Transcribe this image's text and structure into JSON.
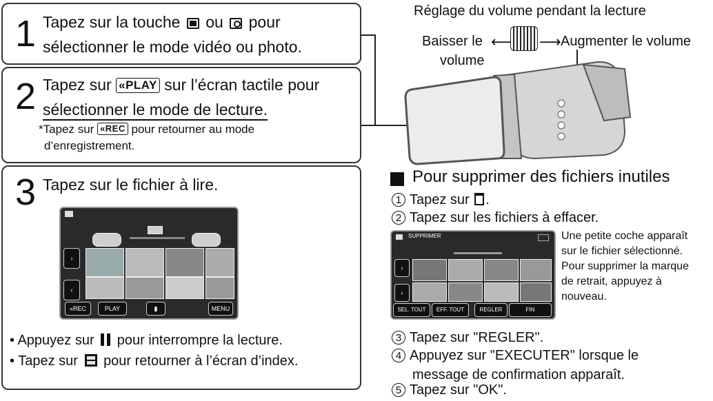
{
  "step1": {
    "number": "1",
    "line1_a": "Tapez sur la touche",
    "line1_b": "ou",
    "line1_c": "pour",
    "line2": "sélectionner le mode vidéo ou photo."
  },
  "step2": {
    "number": "2",
    "line1_a": "Tapez sur",
    "play_label": "«PLAY",
    "line1_b": "sur l’écran tactile pour",
    "line2": "sélectionner le mode de lecture.",
    "note_a": "*Tapez sur",
    "rec_label": "«REC",
    "note_b": "pour retourner au mode",
    "note_c": "d’enregistrement."
  },
  "step3": {
    "number": "3",
    "title": "Tapez sur le fichier à lire.",
    "screen": {
      "rec_btn": "«REC",
      "play_btn": "PLAY",
      "menu_btn": "MENU"
    },
    "bullet1_a": "Appuyez sur",
    "bullet1_b": "pour interrompre la lecture.",
    "bullet2_a": "Tapez sur",
    "bullet2_b": "pour retourner à l’écran d’index."
  },
  "camera": {
    "caption": "Réglage du volume pendant la lecture",
    "left_label_1": "Baisser le",
    "left_label_2": "volume",
    "right_label": "Augmenter le volume"
  },
  "delete": {
    "title": "Pour supprimer des fichiers inutiles",
    "steps": [
      {
        "num": "1",
        "text": "Tapez sur"
      },
      {
        "num": "2",
        "text": "Tapez sur les fichiers à effacer."
      },
      {
        "num": "3",
        "text": "Tapez sur \"REGLER\"."
      },
      {
        "num": "4",
        "text": "Appuyez sur \"EXECUTER\" lorsque le"
      },
      {
        "num": "5",
        "text": "Tapez sur \"OK\"."
      }
    ],
    "step4_line2": "message de confirmation apparaît.",
    "screen": {
      "header": "SUPPRIMER",
      "btn_sel": "SEL. TOUT",
      "btn_eff": "EFF. TOUT",
      "btn_regler": "REGLER",
      "btn_fin": "FIN"
    },
    "note": [
      "Une petite coche apparaît",
      "sur le fichier sélectionné.",
      "Pour supprimer la marque",
      "de retrait, appuyez à",
      "nouveau."
    ]
  },
  "colors": {
    "border": "#333333",
    "screen_bg": "#2a2a2a"
  }
}
